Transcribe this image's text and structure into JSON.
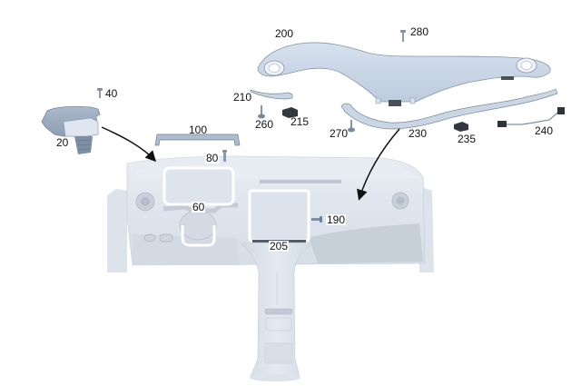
{
  "diagram": {
    "type": "exploded-parts-view",
    "subject": "instrument panel / dashboard assembly",
    "colors": {
      "part_fill": "#c9d6e6",
      "part_edge": "#8a98aa",
      "dash_fill": "#dfe6ee",
      "dash_lower": "#c8d0da",
      "highlight": "#ffffff",
      "dark_part": "#3a3f47",
      "arrow": "#111111"
    },
    "callouts": [
      {
        "id": "200",
        "label": "200",
        "part": "upper dashboard trim cover"
      },
      {
        "id": "280",
        "label": "280",
        "part": "screw"
      },
      {
        "id": "40",
        "label": "40",
        "part": "screw"
      },
      {
        "id": "20",
        "label": "20",
        "part": "instrument cluster housing"
      },
      {
        "id": "210",
        "label": "210",
        "part": "left trim strip"
      },
      {
        "id": "260",
        "label": "260",
        "part": "screw"
      },
      {
        "id": "215",
        "label": "215",
        "part": "clip"
      },
      {
        "id": "270",
        "label": "270",
        "part": "screw"
      },
      {
        "id": "230",
        "label": "230",
        "part": "right trim strip"
      },
      {
        "id": "235",
        "label": "235",
        "part": "clip"
      },
      {
        "id": "240",
        "label": "240",
        "part": "wiring harness"
      },
      {
        "id": "100",
        "label": "100",
        "part": "cover strip"
      },
      {
        "id": "80",
        "label": "80",
        "part": "screw"
      },
      {
        "id": "60",
        "label": "60",
        "part": "steering column surround"
      },
      {
        "id": "190",
        "label": "190",
        "part": "screw"
      },
      {
        "id": "205",
        "label": "205",
        "part": "center display"
      }
    ]
  }
}
